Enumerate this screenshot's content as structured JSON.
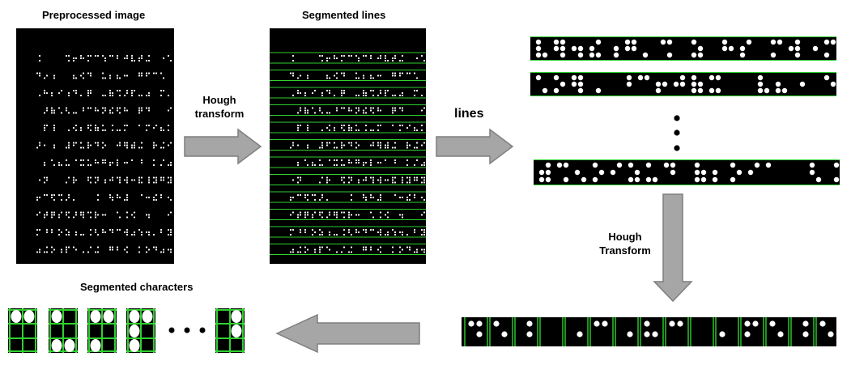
{
  "labels": {
    "preprocessed": "Preprocessed image",
    "segmented_lines": "Segmented lines",
    "hough1_line1": "Hough",
    "hough1_line2": "transform",
    "lines": "lines",
    "hough2_line1": "Hough",
    "hough2_line2": "Transform",
    "segmented_characters": "Segmented characters"
  },
  "colors": {
    "segment_line": "#2fd12f",
    "arrow_fill": "#a6a6a6",
    "arrow_stroke": "#7f7f7f",
    "panel": "#000000",
    "dot": "#ffffff"
  }
}
